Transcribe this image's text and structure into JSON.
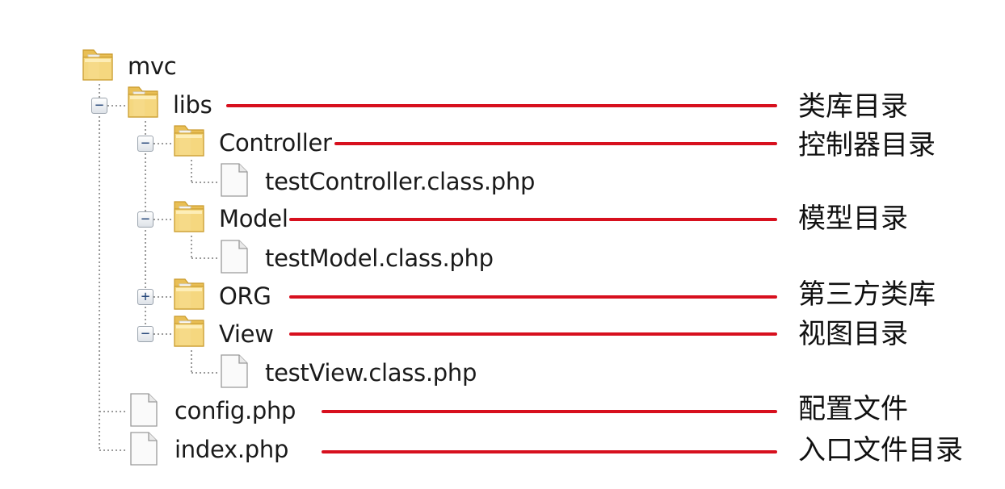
{
  "tree": {
    "root": {
      "label": "mvc",
      "icon": "folder-icon"
    },
    "libs": {
      "label": "libs",
      "toggle": "−",
      "icon": "folder-icon"
    },
    "controller": {
      "label": "Controller",
      "toggle": "−",
      "icon": "folder-icon"
    },
    "test_controller": {
      "label": "testController.class.php",
      "icon": "file-icon"
    },
    "model": {
      "label": "Model",
      "toggle": "−",
      "icon": "folder-icon"
    },
    "test_model": {
      "label": "testModel.class.php",
      "icon": "file-icon"
    },
    "org": {
      "label": "ORG",
      "toggle": "+",
      "icon": "folder-icon"
    },
    "view": {
      "label": "View",
      "toggle": "−",
      "icon": "folder-icon"
    },
    "test_view": {
      "label": "testView.class.php",
      "icon": "file-icon"
    },
    "config": {
      "label": "config.php",
      "icon": "file-icon"
    },
    "index": {
      "label": "index.php",
      "icon": "file-icon"
    }
  },
  "annotations": {
    "libs": "类库目录",
    "controller": "控制器目录",
    "model": "模型目录",
    "org": "第三方类库",
    "view": "视图目录",
    "config": "配置文件",
    "index": "入口文件目录"
  },
  "colors": {
    "annotation_line": "#d7101e",
    "folder": "#f2d37a",
    "tree_line": "#9a9a9a"
  }
}
